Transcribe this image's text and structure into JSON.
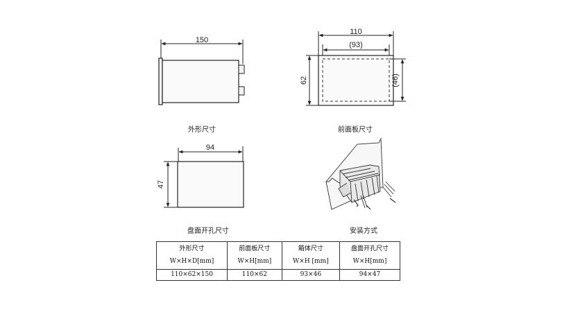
{
  "drawings": {
    "outline": {
      "caption": "外形尺寸",
      "width_label": "150"
    },
    "front_panel": {
      "caption": "前面板尺寸",
      "width_label": "110",
      "inner_width_label": "(93)",
      "height_label": "62",
      "inner_height_label": "(46)"
    },
    "panel_cutout": {
      "caption": "盘面开孔尺寸",
      "width_label": "94",
      "height_label": "47"
    },
    "installation": {
      "caption": "安装方式"
    }
  },
  "table": {
    "columns": [
      {
        "title": "外形尺寸",
        "unit": "W×H×D[mm]",
        "value": "110×62×150"
      },
      {
        "title": "前面板尺寸",
        "unit": "W×H[mm]",
        "value": "110×62"
      },
      {
        "title": "箱体尺寸",
        "unit": "W×H [mm]",
        "value": "93×46"
      },
      {
        "title": "盘面开孔尺寸",
        "unit": "W×H[mm]",
        "value": "94×47"
      }
    ]
  }
}
